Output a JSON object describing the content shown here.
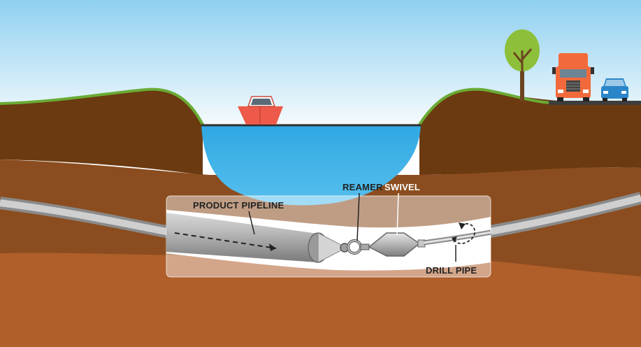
{
  "labels": {
    "product_pipeline": "PRODUCT PIPELINE",
    "reamer": "REAMER",
    "swivel": "SWIVEL",
    "drill_pipe": "DRILL PIPE"
  },
  "colors": {
    "sky_top": "#8fd0f0",
    "sky_bottom": "#ffffff",
    "grass": "#6aab35",
    "soil_top": "#6b3a10",
    "soil_mid": "#8b4d1f",
    "soil_low": "#b05e2a",
    "water": "#2fa7e2",
    "boat": "#ee5a4a",
    "truck": "#f26a3b",
    "car": "#2a86c8",
    "tree": "#8dbf3a",
    "pipe": "#b8b8b8",
    "label_dark": "#222222",
    "label_light": "#ffffff"
  },
  "icons": [
    "boat-icon",
    "truck-icon",
    "car-icon",
    "tree-icon",
    "flow-arrow-icon",
    "rotation-arrow-icon"
  ]
}
